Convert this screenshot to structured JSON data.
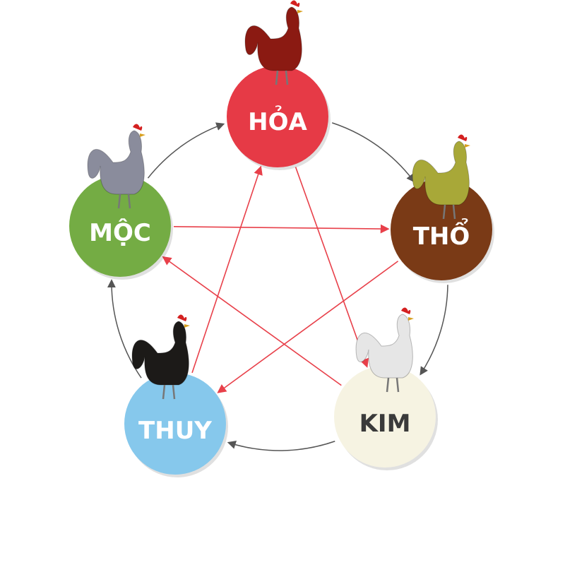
{
  "elements": [
    {
      "id": "hoa",
      "label": "HỎA",
      "fill": "#e63a46",
      "text_color": "#ffffff",
      "rooster": "#8b1a12"
    },
    {
      "id": "tho",
      "label": "THỔ",
      "fill": "#7a3a16",
      "text_color": "#ffffff",
      "rooster": "#a8a838"
    },
    {
      "id": "kim",
      "label": "KIM",
      "fill": "#f6f3e2",
      "text_color": "#3a3a3a",
      "rooster": "#e6e6e6"
    },
    {
      "id": "thuy",
      "label": "THUY",
      "fill": "#86c8ec",
      "text_color": "#ffffff",
      "rooster": "#1c1a18"
    },
    {
      "id": "moc",
      "label": "MỘC",
      "fill": "#74ac44",
      "text_color": "#ffffff",
      "rooster": "#8a8c9c"
    }
  ],
  "generating_cycle": [
    "hoa",
    "tho",
    "kim",
    "thuy",
    "moc"
  ],
  "overcoming_cycle": [
    [
      "hoa",
      "kim"
    ],
    [
      "kim",
      "moc"
    ],
    [
      "moc",
      "tho"
    ],
    [
      "tho",
      "thuy"
    ],
    [
      "thuy",
      "hoa"
    ]
  ],
  "colors": {
    "cycle_arrow": "#555555",
    "star_arrow": "#e8404a"
  }
}
